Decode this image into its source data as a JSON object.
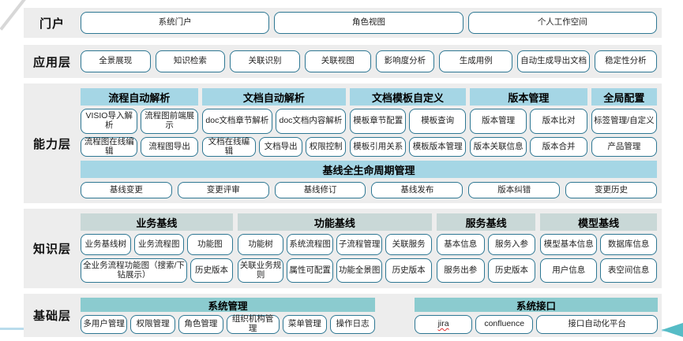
{
  "colors": {
    "band_bg": "#ededed",
    "capability_header": "#a5d6e5",
    "knowledge_header": "#c9d8d7",
    "foundation_header": "#8bcbcf",
    "button_border": "#2e7793",
    "arrow_accent": "#56bcc6"
  },
  "portal": {
    "label": "门户",
    "buttons": [
      "系统门户",
      "角色视图",
      "个人工作空间"
    ]
  },
  "application": {
    "label": "应用层",
    "buttons": [
      "全景展现",
      "知识检索",
      "关联识别",
      "关联视图",
      "影响度分析",
      "生成用例",
      "自动生成导出文档",
      "稳定性分析"
    ]
  },
  "capability": {
    "label": "能力层",
    "groups": [
      {
        "title": "流程自动解析",
        "rows": [
          [
            "VISIO导入解析",
            "流程图前端展示"
          ],
          [
            "流程图在线编辑",
            "流程图导出"
          ]
        ]
      },
      {
        "title": "文档自动解析",
        "rows": [
          [
            "doc文档章节解析",
            "doc文档内容解析"
          ],
          [
            "文档在线编辑",
            "文档导出",
            "权限控制"
          ]
        ]
      },
      {
        "title": "文档模板自定义",
        "rows": [
          [
            "模板章节配置",
            "模板查询"
          ],
          [
            "模板引用关系",
            "模板版本管理"
          ]
        ]
      },
      {
        "title": "版本管理",
        "rows": [
          [
            "版本管理",
            "版本比对"
          ],
          [
            "版本关联信息",
            "版本合并"
          ]
        ]
      },
      {
        "title": "全局配置",
        "rows": [
          [
            "标签管理/自定义"
          ],
          [
            "产品管理"
          ]
        ]
      }
    ],
    "baseline": {
      "title": "基线全生命周期管理",
      "buttons": [
        "基线变更",
        "变更评审",
        "基线修订",
        "基线发布",
        "版本纠错",
        "变更历史"
      ]
    }
  },
  "knowledge": {
    "label": "知识层",
    "groups": [
      {
        "title": "业务基线",
        "rows": [
          [
            "业务基线树",
            "业务流程图",
            "功能图"
          ],
          [
            "全业务流程功能图（搜索/下钻展示）",
            "历史版本"
          ]
        ]
      },
      {
        "title": "功能基线",
        "rows": [
          [
            "功能树",
            "系统流程图",
            "子流程管理",
            "关联服务"
          ],
          [
            "关联业务规则",
            "属性可配置",
            "功能全景图",
            "历史版本"
          ]
        ]
      },
      {
        "title": "服务基线",
        "rows": [
          [
            "基本信息",
            "服务入参"
          ],
          [
            "服务出参",
            "历史版本"
          ]
        ]
      },
      {
        "title": "模型基线",
        "rows": [
          [
            "模型基本信息",
            "数据库信息"
          ],
          [
            "用户信息",
            "表空间信息"
          ]
        ]
      }
    ]
  },
  "foundation": {
    "label": "基础层",
    "groups": [
      {
        "title": "系统管理",
        "buttons": [
          "多用户管理",
          "权限管理",
          "角色管理",
          "组织机构管理",
          "菜单管理",
          "操作日志"
        ]
      },
      {
        "title": "系统接口",
        "buttons": [
          "jira",
          "confluence",
          "接口自动化平台"
        ]
      }
    ]
  }
}
